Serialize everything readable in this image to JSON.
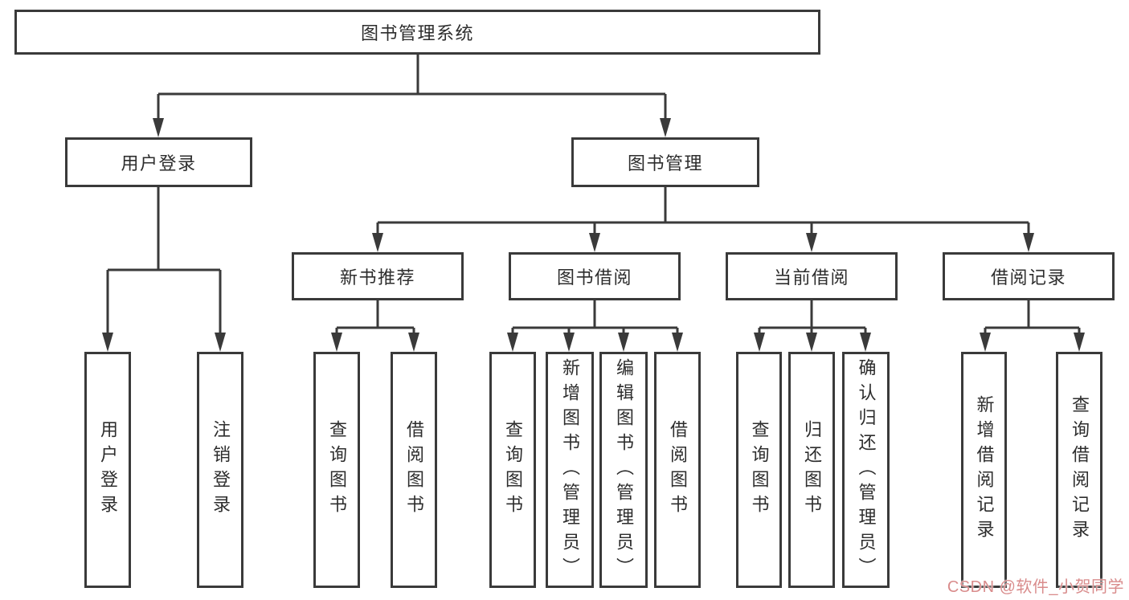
{
  "diagram": {
    "root": {
      "label": "图书管理系统"
    },
    "user_branch": {
      "label": "用户登录",
      "children": [
        {
          "label": "用户登录"
        },
        {
          "label": "注销登录"
        }
      ]
    },
    "book_branch": {
      "label": "图书管理",
      "sections": [
        {
          "label": "新书推荐",
          "children": [
            {
              "label": "查询图书"
            },
            {
              "label": "借阅图书"
            }
          ]
        },
        {
          "label": "图书借阅",
          "children": [
            {
              "label": "查询图书"
            },
            {
              "label": "新增图书（管理员）"
            },
            {
              "label": "编辑图书（管理员）"
            },
            {
              "label": "借阅图书"
            }
          ]
        },
        {
          "label": "当前借阅",
          "children": [
            {
              "label": "查询图书"
            },
            {
              "label": "归还图书"
            },
            {
              "label": "确认归还（管理员）"
            }
          ]
        },
        {
          "label": "借阅记录",
          "children": [
            {
              "label": "新增借阅记录"
            },
            {
              "label": "查询借阅记录"
            }
          ]
        }
      ]
    }
  },
  "watermark": {
    "text": "CSDN @软件_小贺同学"
  },
  "colors": {
    "line": "#3a3a3a",
    "box_border": "#3a3a3a",
    "text": "#2d2d2d",
    "background": "#ffffff",
    "watermark": "#d98c8c"
  }
}
